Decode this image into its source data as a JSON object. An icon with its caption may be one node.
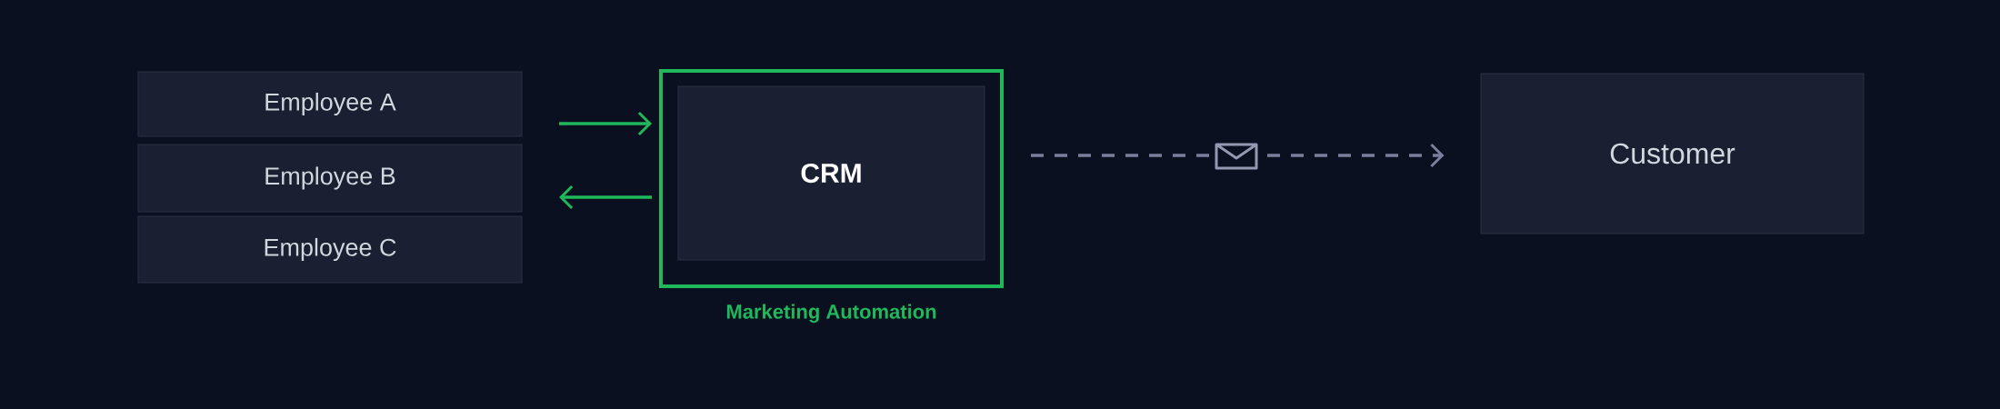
{
  "diagram": {
    "nodes": [
      {
        "text": [
          "Employee A"
        ]
      },
      {
        "text": [
          "Employee B"
        ]
      },
      {
        "text": [
          "Employee C"
        ]
      },
      {
        "text": [
          "Marketing Automation"
        ]
      },
      {
        "text": [
          "CRM"
        ],
        "in": 3
      },
      {
        "text": [
          "Customer"
        ]
      }
    ],
    "edges": [
      {
        "from": null,
        "to": 3,
        "arrow": "to"
      },
      {
        "from": 3,
        "to": null,
        "arrow": "to"
      },
      {
        "from": 3,
        "to": 5,
        "arrow": "to",
        "style": "dashed",
        "color": "#7a7f9c"
      }
    ]
  }
}
